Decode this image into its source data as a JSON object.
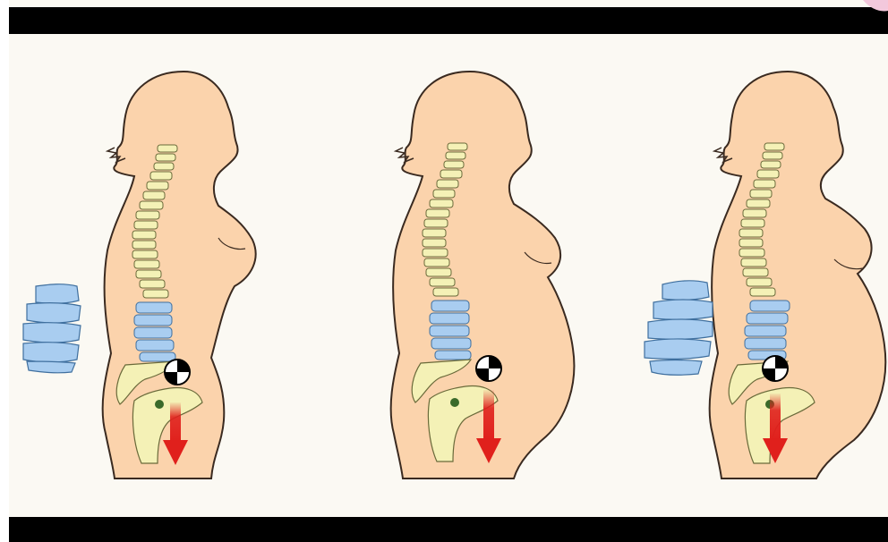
{
  "figure": {
    "panels": [
      {
        "id": "panel-1",
        "stage": "non-pregnant",
        "belly": 0,
        "spine_inset": true
      },
      {
        "id": "panel-2",
        "stage": "pregnant",
        "belly": 1,
        "spine_inset": false
      },
      {
        "id": "panel-3",
        "stage": "late-pregnant",
        "belly": 2,
        "spine_inset": true
      }
    ],
    "colors": {
      "skin": "#fbd3ac",
      "outline": "#3a2a20",
      "spine": "#f4f1b6",
      "lumbar": "#a9cdf0",
      "pelvis": "#f4f1b6",
      "arrow": "#e0201c",
      "letterbox": "#000000",
      "background": "#fbf9f3"
    },
    "icons": [
      "center-of-gravity-icon",
      "down-arrow-icon",
      "vertebra-inset-icon"
    ]
  }
}
